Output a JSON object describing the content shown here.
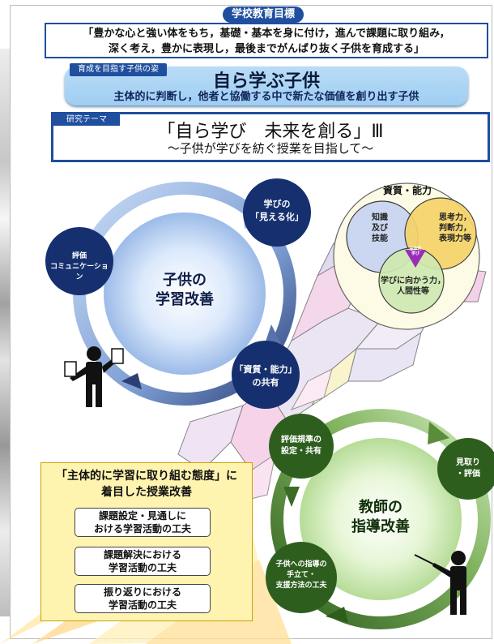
{
  "goal": {
    "label": "学校教育目標",
    "line1": "「豊かな心と強い体をもち，基礎・基本を身に付け，進んで課題に取り組み，",
    "line2": "深く考え，豊かに表現し，最後までがんばり抜く子供を育成する」"
  },
  "child_image": {
    "tag": "育成を目指す子供の姿",
    "title": "自ら学ぶ子供",
    "subtitle": "主体的に判断し，他者と協働する中で新たな価値を創り出す子供"
  },
  "research": {
    "tag": "研究テーマ",
    "title": "「自ら学び　未来を創る」Ⅲ",
    "subtitle": "～子供が学びを紡ぐ授業を目指して～"
  },
  "learning_cycle": {
    "center": "子供の\n学習改善",
    "visualization": "学びの\n「見える化」",
    "evaluation": "評価\nコミュニケーション",
    "share": "「資質・能力」\nの共有"
  },
  "abilities": {
    "title": "資質・能力",
    "knowledge": "知識\n及び\n技能",
    "thinking": "思考力，\n判断力，\n表現力等",
    "attitude": "学びに向かう力，\n人間性等",
    "center": "主体的\n学び"
  },
  "teaching_cycle": {
    "center": "教師の\n指導改善",
    "criteria": "評価規準の\n設定・共有",
    "assessment": "見取り\n・評価",
    "support": "子供への指導の\n手立て・\n支援方法の工夫"
  },
  "attitude_box": {
    "title": "「主体的に学習に取り組む態度」に\n着目した授業改善",
    "items": [
      "課題設定・見通しに\nおける学習活動の工夫",
      "課題解決における\n学習活動の工夫",
      "振り返りにおける\n学習活動の工夫"
    ]
  },
  "colors": {
    "navy": "#1f4f9e",
    "circle_dark": "#17357a",
    "green_dark": "#2e5e1e",
    "green_light": "#d9f0c0",
    "yellow_box": "#fff3b0"
  }
}
